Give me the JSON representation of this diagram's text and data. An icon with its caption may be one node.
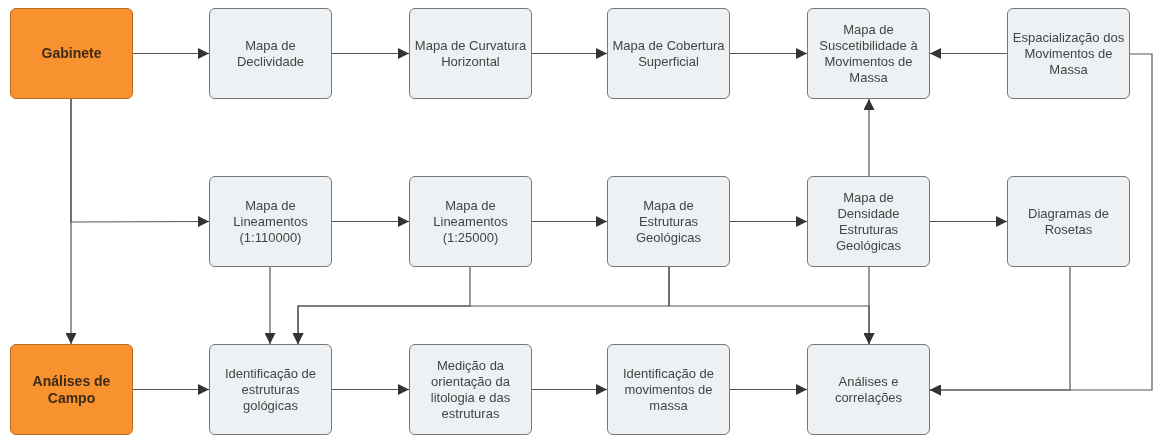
{
  "diagram": {
    "nodes": [
      {
        "text": [
          "Gabinete"
        ]
      },
      {
        "text": [
          "Mapa de Declividade"
        ]
      },
      {
        "text": [
          "Mapa de Curvatura Horizontal"
        ]
      },
      {
        "text": [
          "Mapa de Cobertura Superficial"
        ]
      },
      {
        "text": [
          "Mapa de Suscetibilidade à Movimentos de Massa"
        ]
      },
      {
        "text": [
          "Espacialização dos Movimentos de Massa"
        ]
      },
      {
        "text": [
          "Mapa de Lineamentos (1:110000)"
        ]
      },
      {
        "text": [
          "Mapa de Lineamentos (1:25000)"
        ]
      },
      {
        "text": [
          "Mapa de Estruturas Geológicas"
        ]
      },
      {
        "text": [
          "Mapa de Densidade Estruturas Geológicas"
        ]
      },
      {
        "text": [
          "Diagramas de Rosetas"
        ]
      },
      {
        "text": [
          "Análises de Campo"
        ]
      },
      {
        "text": [
          "Identificação de estruturas gológicas"
        ]
      },
      {
        "text": [
          "Medição da orientação da litologia e das estruturas"
        ]
      },
      {
        "text": [
          "Identificação de movimentos de massa"
        ]
      },
      {
        "text": [
          "Análises e correlações"
        ]
      }
    ],
    "edges": [
      {
        "from": 0,
        "to": 1,
        "arrow": "to"
      },
      {
        "from": 1,
        "to": 2,
        "arrow": "to"
      },
      {
        "from": 2,
        "to": 3,
        "arrow": "to"
      },
      {
        "from": 3,
        "to": 4,
        "arrow": "to"
      },
      {
        "from": 5,
        "to": 4,
        "arrow": "to"
      },
      {
        "from": 0,
        "to": 6,
        "arrow": "to"
      },
      {
        "from": 6,
        "to": 7,
        "arrow": "to"
      },
      {
        "from": 7,
        "to": 8,
        "arrow": "to"
      },
      {
        "from": 8,
        "to": 9,
        "arrow": "to"
      },
      {
        "from": 9,
        "to": 10,
        "arrow": "to"
      },
      {
        "from": 9,
        "to": 4,
        "arrow": "to"
      },
      {
        "from": 0,
        "to": 11,
        "arrow": "to"
      },
      {
        "from": 11,
        "to": 12,
        "arrow": "to"
      },
      {
        "from": 12,
        "to": 13,
        "arrow": "to"
      },
      {
        "from": 13,
        "to": 14,
        "arrow": "to"
      },
      {
        "from": 14,
        "to": 15,
        "arrow": "to"
      },
      {
        "from": 6,
        "to": 12,
        "arrow": "to"
      },
      {
        "from": 7,
        "to": 12,
        "arrow": "to"
      },
      {
        "from": 8,
        "to": 12,
        "arrow": "to"
      },
      {
        "from": 8,
        "to": 15,
        "arrow": "to"
      },
      {
        "from": 9,
        "to": 15,
        "arrow": "to"
      },
      {
        "from": 10,
        "to": 15,
        "arrow": "to"
      },
      {
        "from": 5,
        "to": 15,
        "arrow": "to"
      }
    ]
  }
}
